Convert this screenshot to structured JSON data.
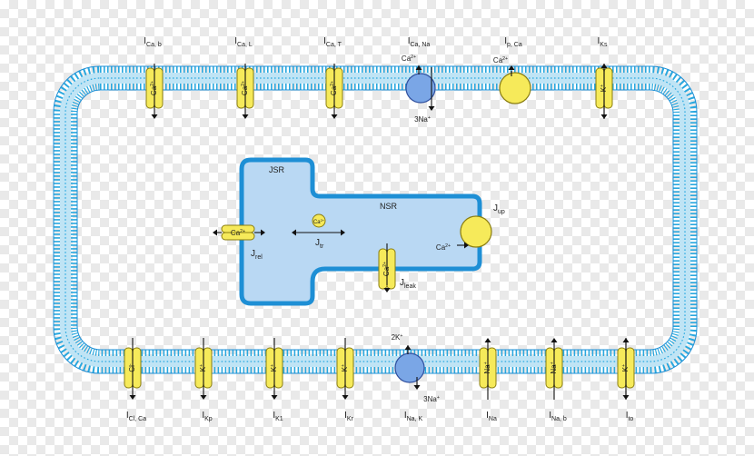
{
  "colors": {
    "membrane": "#29a8df",
    "membrane_light": "#bfe4f5",
    "reticulum_fill": "#b9d8f3",
    "reticulum_stroke": "#1e8fd5",
    "channel_fill": "#f6ea5a",
    "channel_stroke": "#8a7d10",
    "pump_blue": "#7aa6e6",
    "pump_yellow": "#f6ea5a"
  },
  "labels": {
    "JSR": "JSR",
    "NSR": "NSR"
  },
  "top_currents": [
    {
      "main": "I",
      "sub": "Ca, b",
      "ion": "Ca2+",
      "kind": "channel",
      "arrow": "down"
    },
    {
      "main": "I",
      "sub": "Ca, L",
      "ion": "Ca2+",
      "kind": "channel",
      "arrow": "down"
    },
    {
      "main": "I",
      "sub": "Ca, T",
      "ion": "Ca2+",
      "kind": "channel",
      "arrow": "down"
    },
    {
      "main": "I",
      "sub": "Ca, Na",
      "kind": "exchanger",
      "top_ion": "Ca2+",
      "bottom_ion": "3Na+"
    },
    {
      "main": "I",
      "sub": "p, Ca",
      "kind": "pump",
      "top_ion": "Ca2+"
    },
    {
      "main": "I",
      "sub": "Ks",
      "ion": "K+",
      "kind": "channel",
      "arrow": "both"
    }
  ],
  "bottom_currents": [
    {
      "main": "I",
      "sub": "Cl, Ca",
      "ion": "Cl-",
      "kind": "channel",
      "arrow": "down"
    },
    {
      "main": "I",
      "sub": "Kp",
      "ion": "K+",
      "kind": "channel",
      "arrow": "down"
    },
    {
      "main": "I",
      "sub": "K1",
      "ion": "K+",
      "kind": "channel",
      "arrow": "down"
    },
    {
      "main": "I",
      "sub": "Kr",
      "ion": "K+",
      "kind": "channel",
      "arrow": "down"
    },
    {
      "main": "I",
      "sub": "Na, K",
      "kind": "exchanger",
      "top_ion": "2K+",
      "bottom_ion": "3Na+"
    },
    {
      "main": "I",
      "sub": "Na",
      "ion": "Na+",
      "kind": "channel",
      "arrow": "up"
    },
    {
      "main": "I",
      "sub": "Na, b",
      "ion": "Na+",
      "kind": "channel",
      "arrow": "up"
    },
    {
      "main": "I",
      "sub": "to",
      "ion": "K+",
      "kind": "channel",
      "arrow": "both"
    }
  ],
  "fluxes": {
    "rel": {
      "main": "J",
      "sub": "rel",
      "ion": "Ca2+"
    },
    "tr": {
      "main": "J",
      "sub": "tr",
      "ion": "Ca2+"
    },
    "leak": {
      "main": "J",
      "sub": "leak",
      "ion": "Ca2+"
    },
    "up": {
      "main": "J",
      "sub": "up",
      "ion": "Ca2+"
    }
  }
}
